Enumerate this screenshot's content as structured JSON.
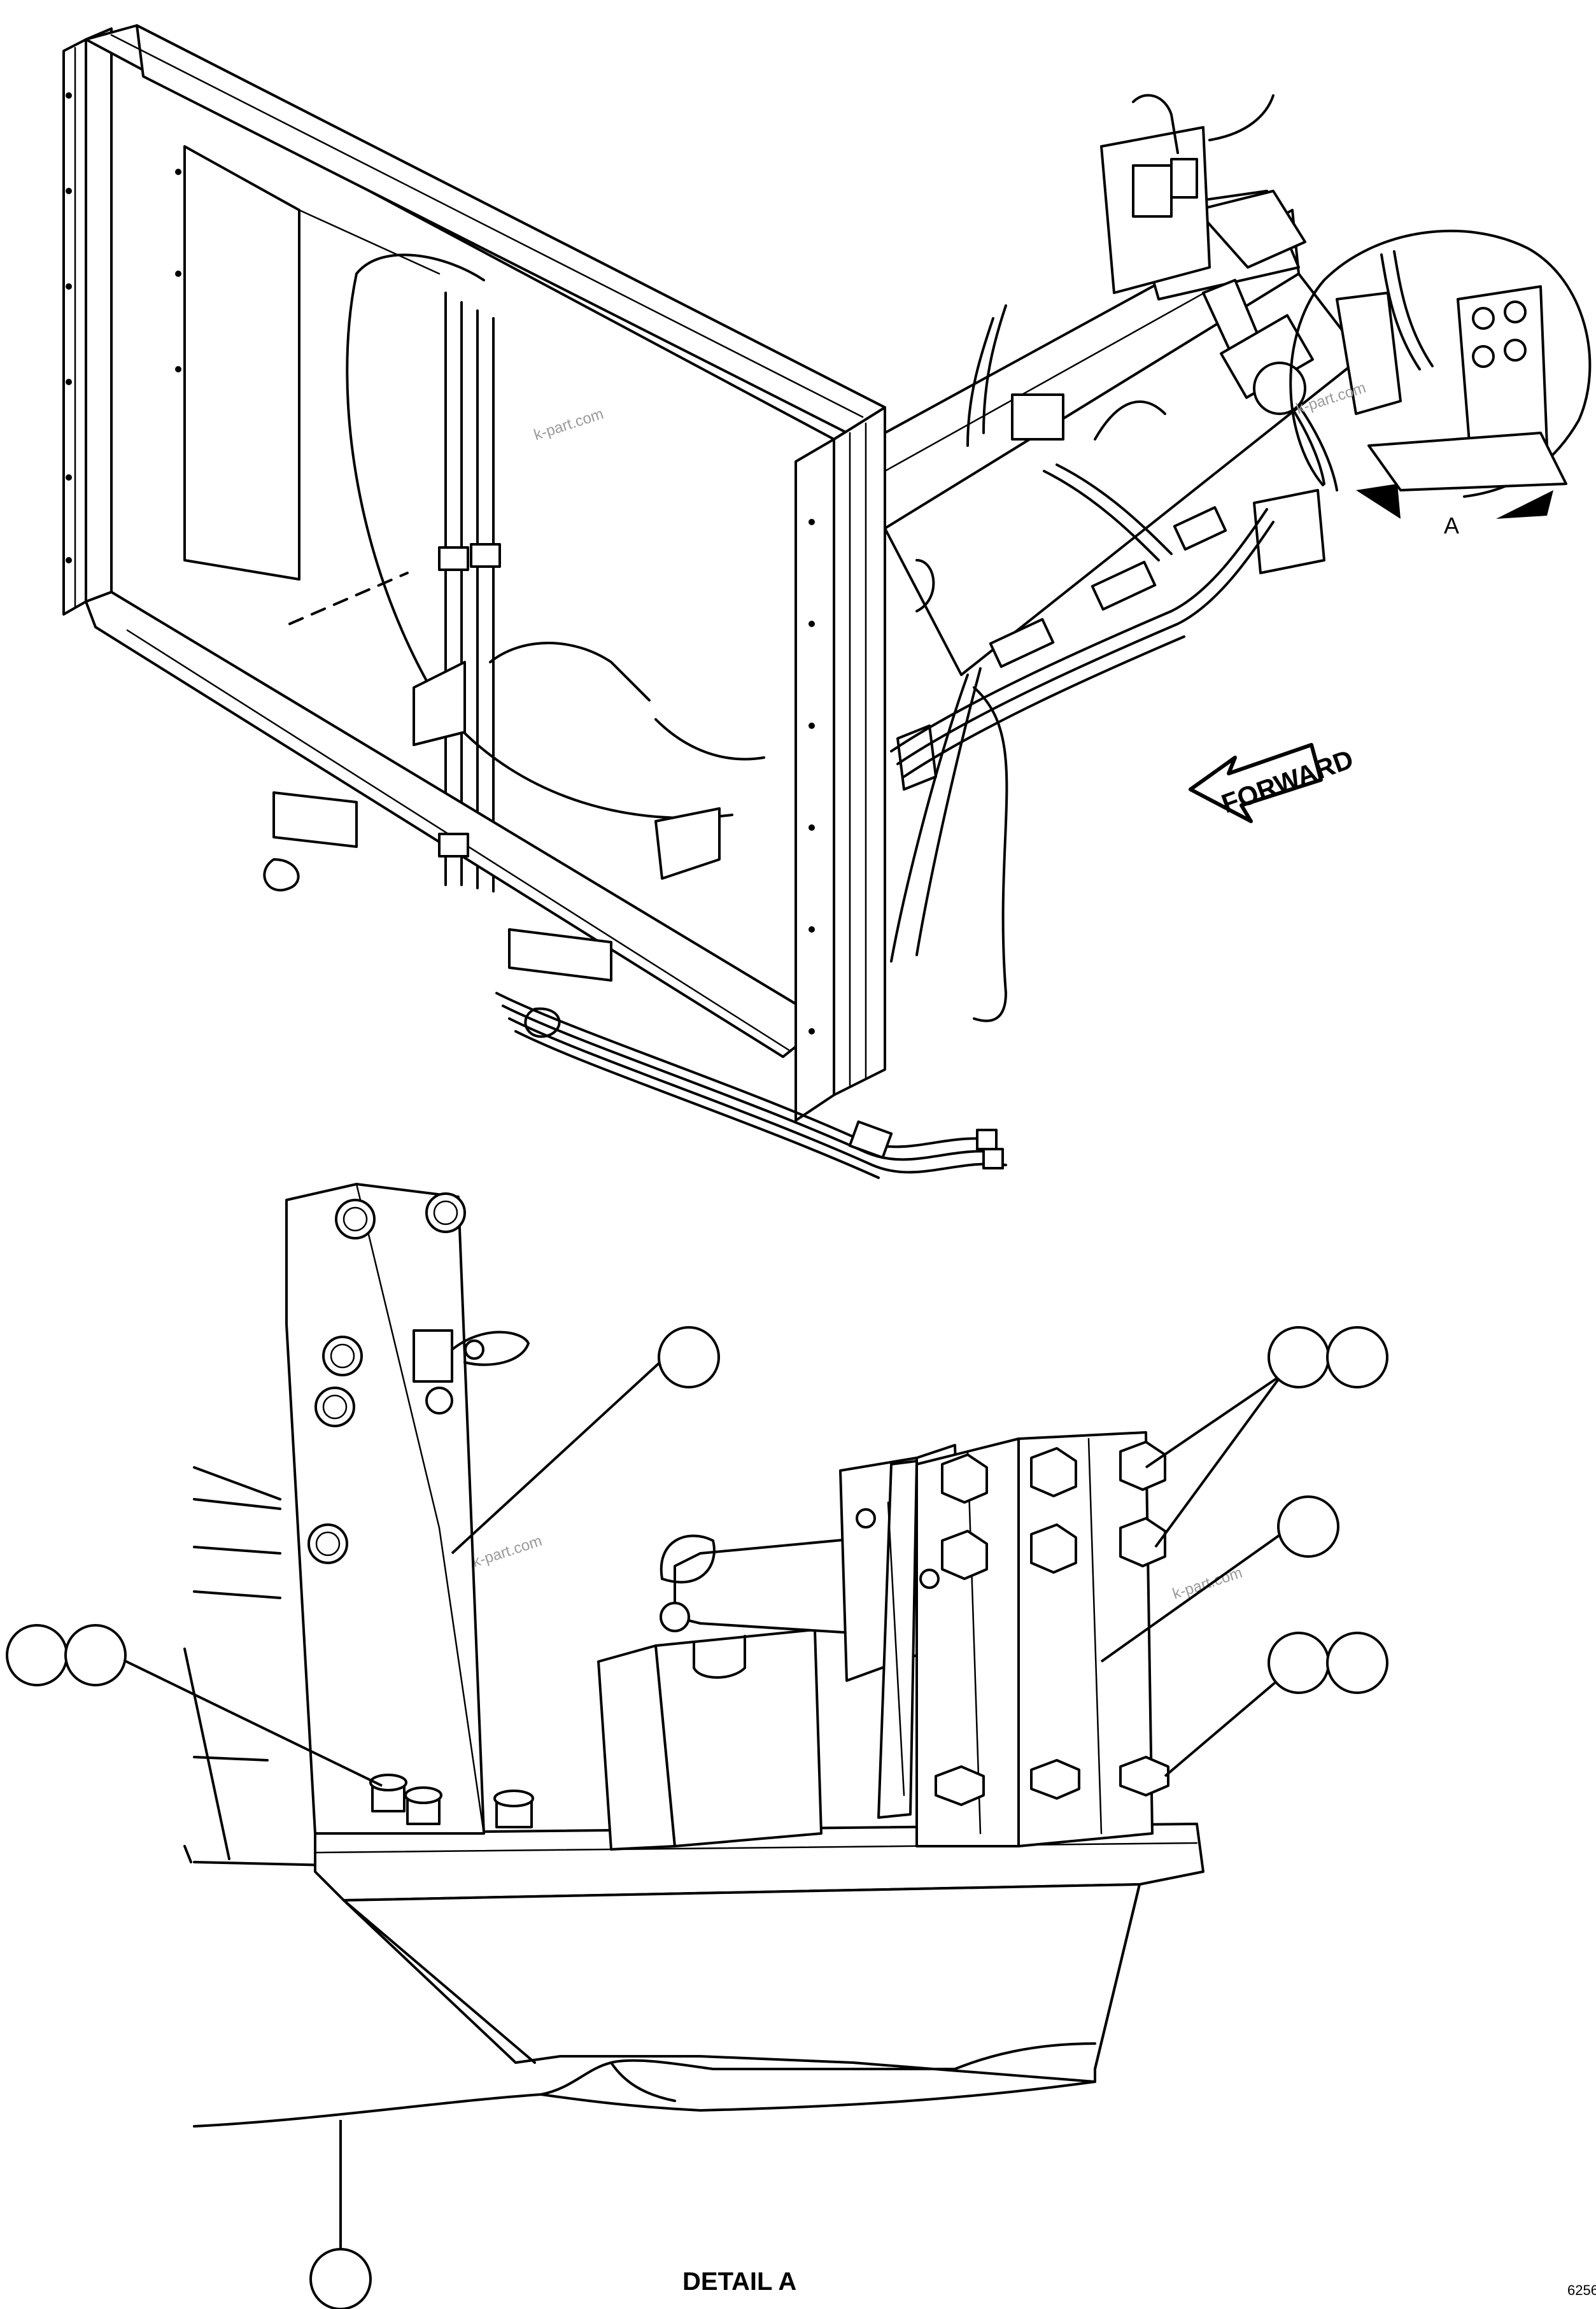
{
  "labels": {
    "forward": "FORWARD",
    "detail_ref": "A",
    "detail_title": "DETAIL A",
    "figure_code": "6256"
  },
  "watermarks": [
    "k-part.com",
    "k-part.com",
    "k-part.com",
    "k-part.com"
  ],
  "callouts": [
    {
      "id": "callout-1",
      "text": ""
    },
    {
      "id": "callout-2",
      "text": ""
    },
    {
      "id": "callout-3",
      "text": ""
    },
    {
      "id": "callout-4",
      "text": ""
    },
    {
      "id": "callout-5",
      "text": ""
    },
    {
      "id": "callout-6",
      "text": ""
    },
    {
      "id": "callout-7",
      "text": ""
    },
    {
      "id": "callout-8",
      "text": ""
    },
    {
      "id": "callout-9",
      "text": ""
    },
    {
      "id": "callout-10",
      "text": ""
    }
  ]
}
